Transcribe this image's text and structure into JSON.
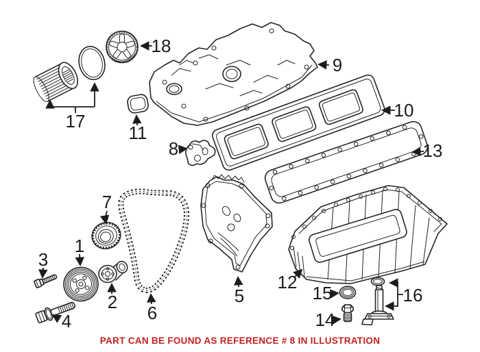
{
  "note": {
    "text": "PART CAN BE FOUND AS REFERENCE # 8 IN ILLUSTRATION",
    "color": "#c41f1f"
  },
  "diagram": {
    "type": "exploded-parts-illustration",
    "subject": "engine-valve-cover-timing-chain-oil-pan-assembly",
    "line_color": "#232323",
    "background": "#ffffff",
    "callouts": [
      {
        "num": "1",
        "part": "crankshaft-pulley"
      },
      {
        "num": "2",
        "part": "crankshaft-hub"
      },
      {
        "num": "3",
        "part": "small-bolt"
      },
      {
        "num": "4",
        "part": "pulley-center-bolt"
      },
      {
        "num": "5",
        "part": "timing-case-cover"
      },
      {
        "num": "6",
        "part": "timing-chain"
      },
      {
        "num": "7",
        "part": "crankshaft-sprocket"
      },
      {
        "num": "8",
        "part": "support-bracket"
      },
      {
        "num": "9",
        "part": "valve-cover"
      },
      {
        "num": "10",
        "part": "valve-cover-gasket"
      },
      {
        "num": "11",
        "part": "profile-gasket"
      },
      {
        "num": "12",
        "part": "oil-pan"
      },
      {
        "num": "13",
        "part": "oil-pan-gasket"
      },
      {
        "num": "14",
        "part": "oil-drain-plug"
      },
      {
        "num": "15",
        "part": "sealing-ring"
      },
      {
        "num": "16",
        "part": "oil-level-sensor-with-o-ring"
      },
      {
        "num": "17",
        "part": "oil-filter-element-with-o-ring"
      },
      {
        "num": "18",
        "part": "oil-filter-cover"
      }
    ]
  }
}
